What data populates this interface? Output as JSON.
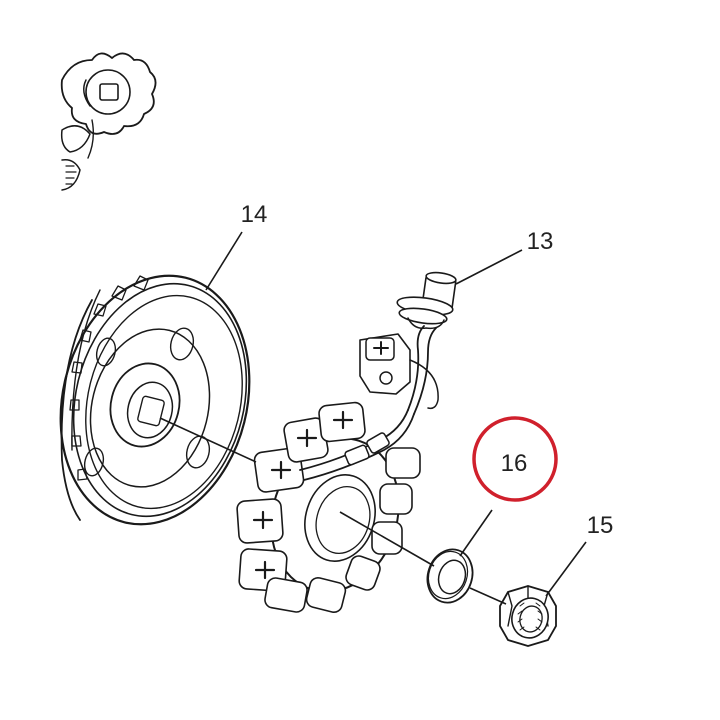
{
  "callouts": [
    {
      "id": "14",
      "label": "14",
      "part": "flywheel-rotor"
    },
    {
      "id": "13",
      "label": "13",
      "part": "cable-grommet"
    },
    {
      "id": "16",
      "label": "16",
      "part": "washer"
    },
    {
      "id": "15",
      "label": "15",
      "part": "nut"
    }
  ],
  "highlight": {
    "callout": "16",
    "color": "#d0202c"
  },
  "colors": {
    "ink": "#1a1a1a",
    "label": "#222222",
    "background": "#ffffff"
  }
}
